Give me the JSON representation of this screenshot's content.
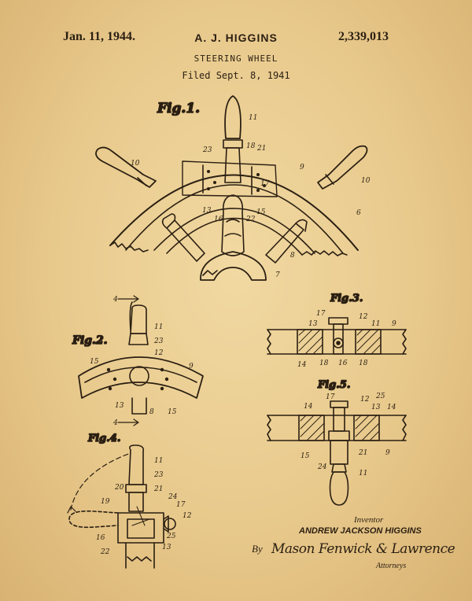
{
  "header": {
    "date": "Jan. 11, 1944.",
    "inventor": "A. J. HIGGINS",
    "title": "STEERING WHEEL",
    "filed": "Filed Sept. 8, 1941",
    "patent_number": "2,339,013"
  },
  "figures": {
    "fig1": "Fig.1.",
    "fig2": "Fig.2.",
    "fig3": "Fig.3.",
    "fig4": "Fig.4.",
    "fig5": "Fig.5."
  },
  "refs": {
    "fig1": [
      "11",
      "10",
      "23",
      "18",
      "21",
      "9",
      "10",
      "17",
      "13",
      "16",
      "22",
      "15",
      "6",
      "8",
      "7"
    ],
    "fig2": [
      "4",
      "11",
      "23",
      "12",
      "9",
      "15",
      "13",
      "8",
      "15",
      "4"
    ],
    "fig3": [
      "17",
      "13",
      "12",
      "11",
      "9",
      "14",
      "18",
      "16",
      "18"
    ],
    "fig4": [
      "11",
      "23",
      "20",
      "21",
      "24",
      "19",
      "17",
      "12",
      "16",
      "25",
      "22",
      "13"
    ],
    "fig5": [
      "17",
      "14",
      "12",
      "25",
      "13",
      "14",
      "15",
      "21",
      "9",
      "24",
      "11"
    ]
  },
  "footer": {
    "inventor_label": "Inventor",
    "inventor_name": "ANDREW JACKSON HIGGINS",
    "by_label": "By",
    "signature": "Mason Fenwick & Lawrence",
    "attorneys_label": "Attorneys"
  }
}
